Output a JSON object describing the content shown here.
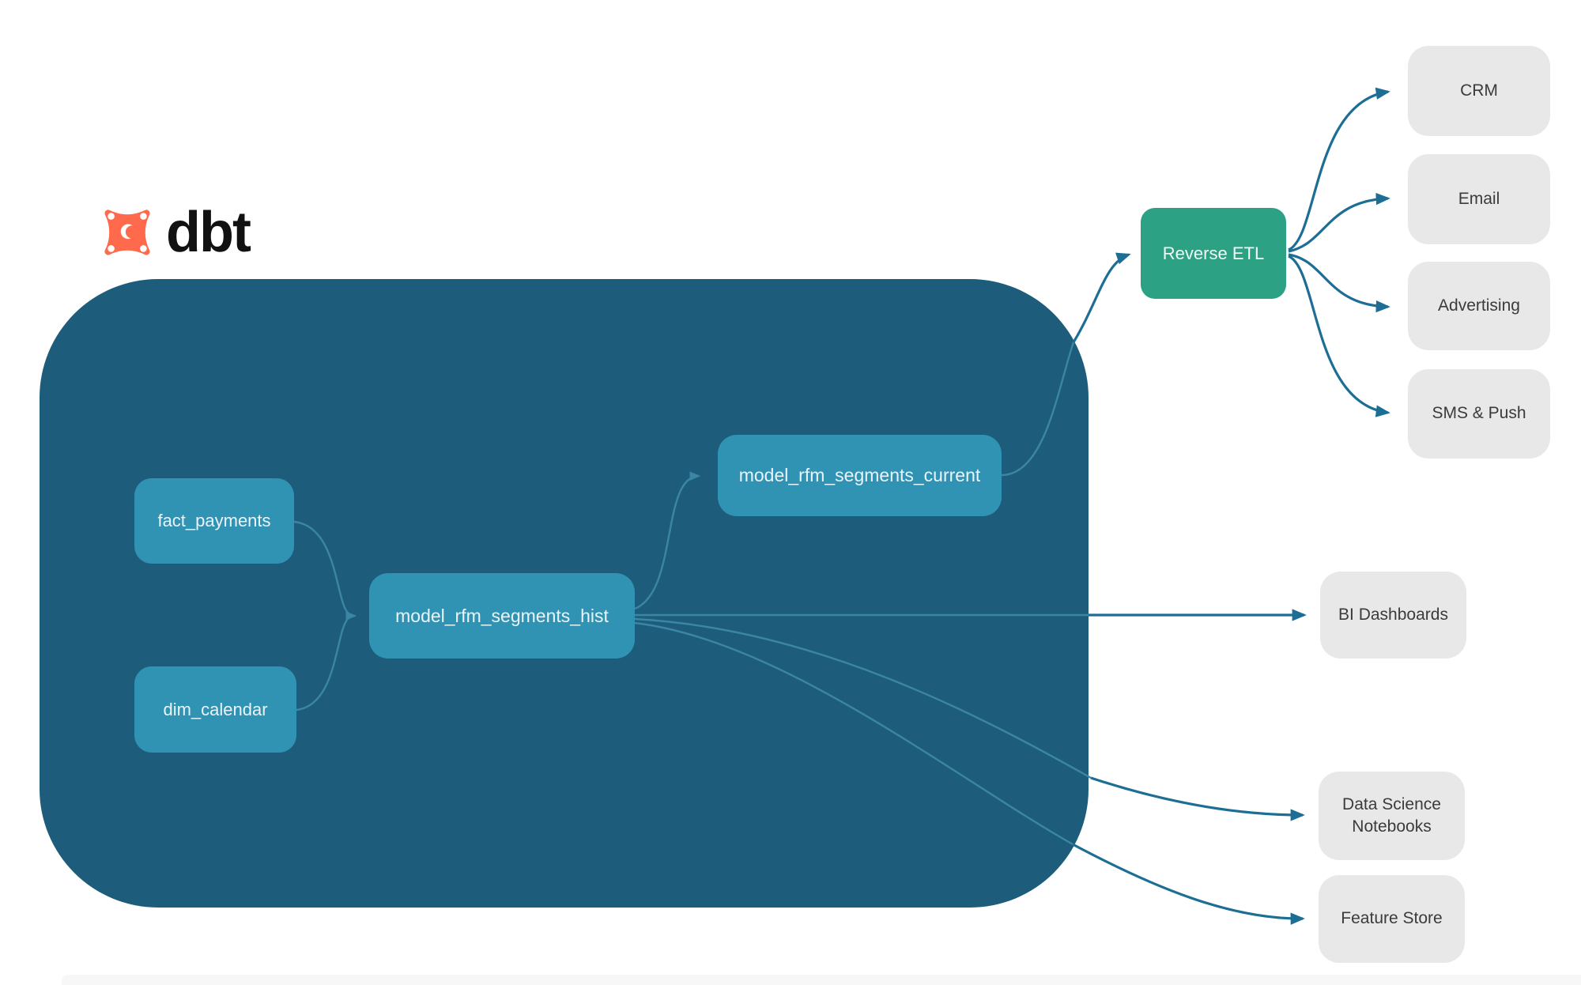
{
  "logo": {
    "brand": "dbt",
    "icon": "dbt-star-icon"
  },
  "colors": {
    "container": "#1d5d7b",
    "node": "#3193b4",
    "node_text": "#eaf4f8",
    "green": "#2ca184",
    "arrow": "#1d6e94",
    "line_in": "#3a86a4",
    "dest_bg": "#e8e8e8",
    "dest_text": "#3b3b3b",
    "brand_orange": "#ff6a4c",
    "strip": "#f7f7f7"
  },
  "nodes": [
    {
      "id": "fact_payments",
      "label": "fact_payments",
      "kind": "model"
    },
    {
      "id": "dim_calendar",
      "label": "dim_calendar",
      "kind": "model"
    },
    {
      "id": "model_rfm_segments_hist",
      "label": "model_rfm_segments_hist",
      "kind": "model"
    },
    {
      "id": "model_rfm_segments_current",
      "label": "model_rfm_segments_current",
      "kind": "model"
    },
    {
      "id": "reverse_etl",
      "label": "Reverse ETL",
      "kind": "tool"
    },
    {
      "id": "crm",
      "label": "CRM",
      "kind": "destination"
    },
    {
      "id": "email",
      "label": "Email",
      "kind": "destination"
    },
    {
      "id": "advertising",
      "label": "Advertising",
      "kind": "destination"
    },
    {
      "id": "sms_push",
      "label": "SMS & Push",
      "kind": "destination"
    },
    {
      "id": "bi_dashboards",
      "label": "BI Dashboards",
      "kind": "destination"
    },
    {
      "id": "ds_notebooks",
      "label": "Data Science Notebooks",
      "kind": "destination"
    },
    {
      "id": "feature_store",
      "label": "Feature Store",
      "kind": "destination"
    }
  ],
  "edges": [
    {
      "from": "fact_payments",
      "to": "model_rfm_segments_hist"
    },
    {
      "from": "dim_calendar",
      "to": "model_rfm_segments_hist"
    },
    {
      "from": "model_rfm_segments_hist",
      "to": "model_rfm_segments_current"
    },
    {
      "from": "model_rfm_segments_hist",
      "to": "bi_dashboards"
    },
    {
      "from": "model_rfm_segments_hist",
      "to": "ds_notebooks"
    },
    {
      "from": "model_rfm_segments_hist",
      "to": "feature_store"
    },
    {
      "from": "model_rfm_segments_current",
      "to": "reverse_etl"
    },
    {
      "from": "reverse_etl",
      "to": "crm"
    },
    {
      "from": "reverse_etl",
      "to": "email"
    },
    {
      "from": "reverse_etl",
      "to": "advertising"
    },
    {
      "from": "reverse_etl",
      "to": "sms_push"
    }
  ]
}
